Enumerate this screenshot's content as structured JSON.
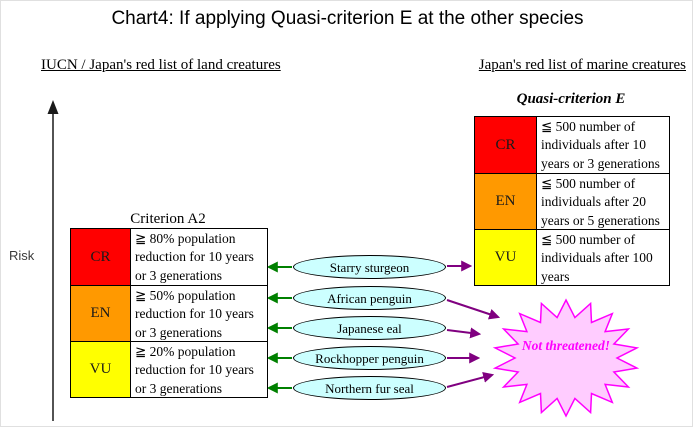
{
  "title": "Chart4: If applying Quasi-criterion E at the other species",
  "axis": {
    "label": "Risk",
    "direction": "up"
  },
  "left_section": {
    "heading": "IUCN / Japan's red list of land creatures",
    "table_title": "Criterion A2",
    "rows": [
      {
        "code": "CR",
        "color": "#FF0000",
        "description": "≧ 80% population reduction for 10 years or 3 generations"
      },
      {
        "code": "EN",
        "color": "#FF9900",
        "description": "≧ 50% population reduction for 10 years or 3 generations"
      },
      {
        "code": "VU",
        "color": "#FFFF00",
        "description": "≧ 20% population reduction for 10 years or 3 generations"
      }
    ]
  },
  "right_section": {
    "heading": "Japan's red list of marine creatures",
    "table_title": "Quasi-criterion E",
    "rows": [
      {
        "code": "CR",
        "color": "#FF0000",
        "description": "≦ 500 number of individuals after 10 years or 3 generations"
      },
      {
        "code": "EN",
        "color": "#FF9900",
        "description": "≦ 500 number of individuals after 20 years or 5 generations"
      },
      {
        "code": "VU",
        "color": "#FFFF00",
        "description": "≦ 500 number of individuals after 100 years"
      }
    ]
  },
  "species": [
    {
      "label": "Starry sturgeon",
      "land_list_target": "CR",
      "marine_list_target": "VU"
    },
    {
      "label": "African penguin",
      "land_list_target": "EN",
      "marine_list_target": "Not threatened!"
    },
    {
      "label": "Japanese eal",
      "land_list_target": "EN",
      "marine_list_target": "Not threatened!"
    },
    {
      "label": "Rockhopper penguin",
      "land_list_target": "VU",
      "marine_list_target": "Not threatened!"
    },
    {
      "label": "Northern fur seal",
      "land_list_target": "VU",
      "marine_list_target": "Not threatened!"
    }
  ],
  "starburst": {
    "label": "Not threatened!",
    "fill": "#FFCCFF",
    "border": "#FF00FF",
    "text_color": "#FF00FF"
  },
  "colors": {
    "land_arrow": "#008000",
    "marine_arrow": "#800080",
    "species_ellipse_fill": "#CCFFFF",
    "cr": "#FF0000",
    "en": "#FF9900",
    "vu": "#FFFF00"
  }
}
